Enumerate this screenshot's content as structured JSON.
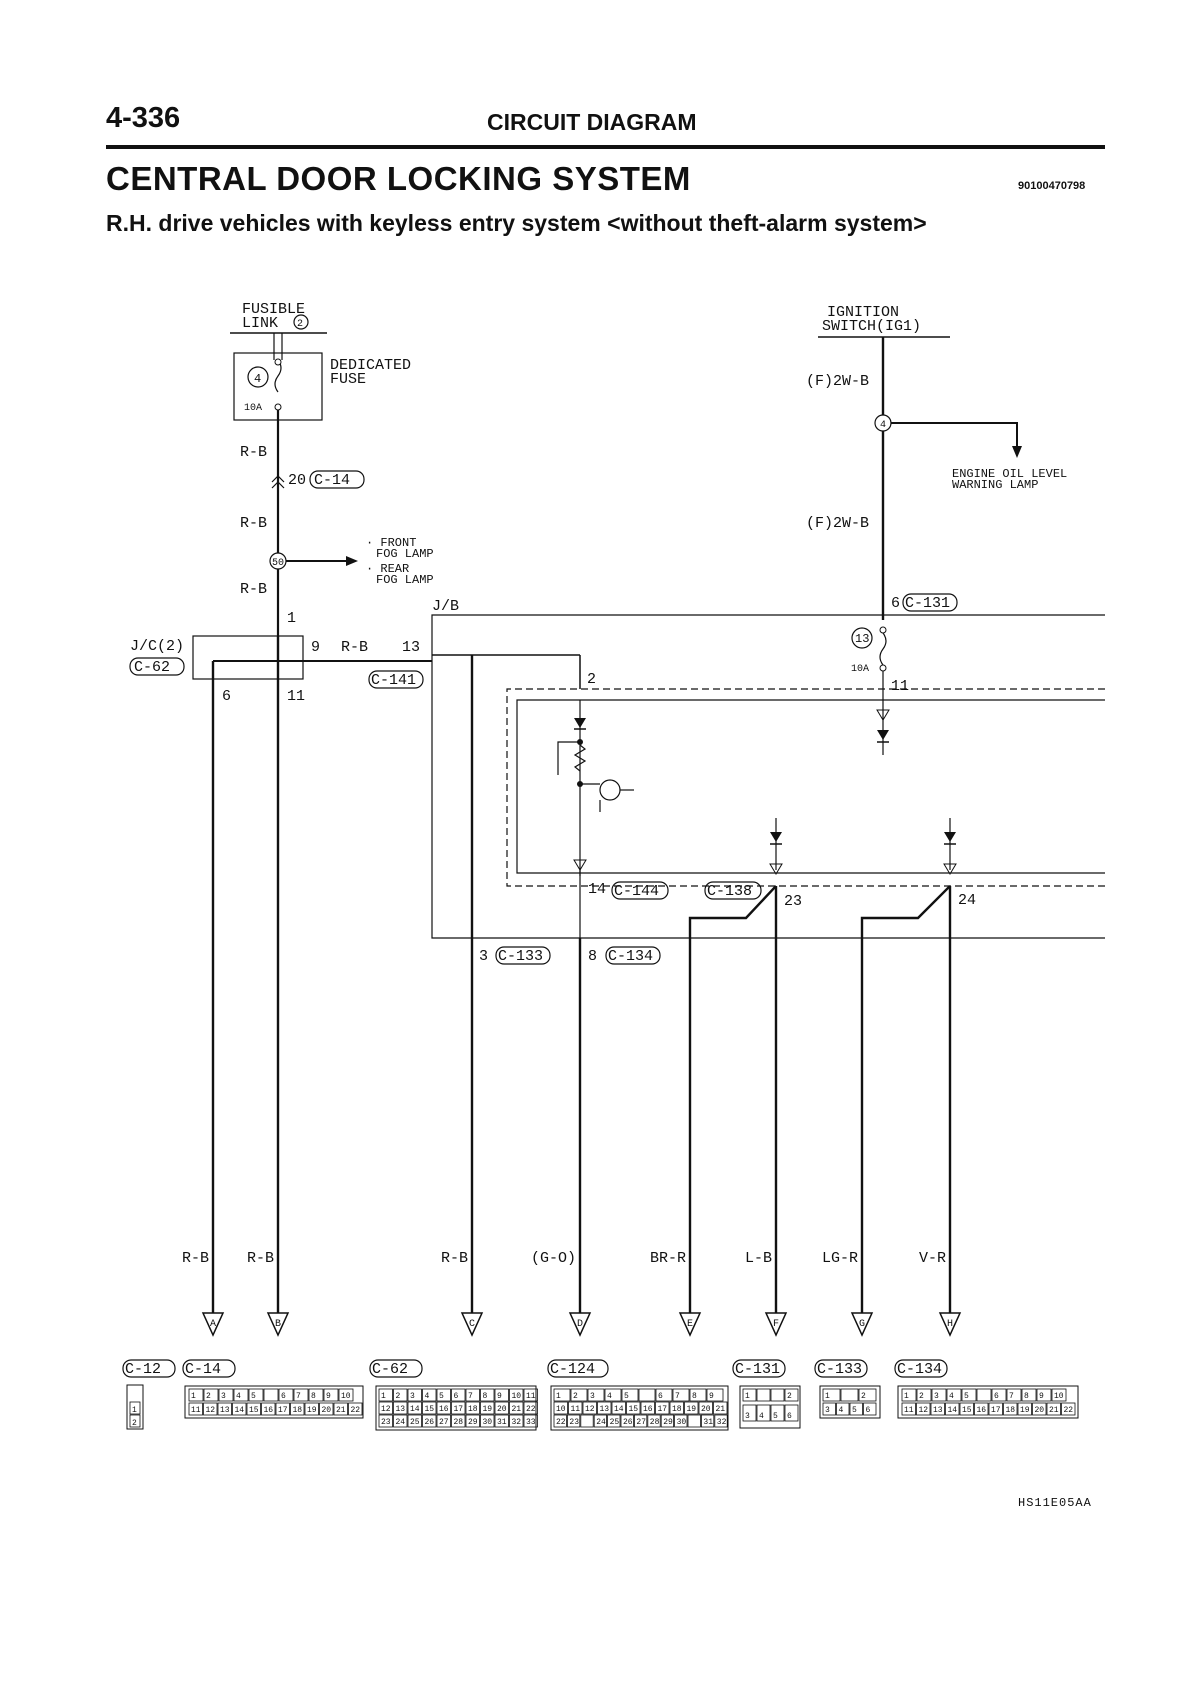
{
  "header": {
    "page_number": "4-336",
    "section": "CIRCUIT DIAGRAM",
    "title": "CENTRAL DOOR LOCKING SYSTEM",
    "doc_id": "90100470798",
    "subtitle": "R.H. drive vehicles with keyless entry system <without theft-alarm system>"
  },
  "sources": {
    "fusible_link": [
      "FUSIBLE",
      "LINK"
    ],
    "fusible_link_no": "2",
    "dedicated_fuse": [
      "DEDICATED",
      "FUSE"
    ],
    "dedicated_fuse_no": "4",
    "dedicated_fuse_amp": "10A",
    "ignition": [
      "IGNITION",
      "SWITCH(IG1)"
    ]
  },
  "wire_labels": {
    "rb_1": "R-B",
    "rb_2": "R-B",
    "rb_3": "R-B",
    "rb_4": "R-B",
    "f2wb_1": "(F)2W-B",
    "f2wb_2": "(F)2W-B"
  },
  "junctions": {
    "j50": "50",
    "j4": "4",
    "fuse13": "13",
    "fuse13_amp": "10A"
  },
  "branches": {
    "fog": [
      "· FRONT",
      "FOG LAMP",
      "· REAR",
      "FOG LAMP"
    ],
    "oil": [
      "ENGINE OIL LEVEL",
      "WARNING LAMP"
    ]
  },
  "pins": {
    "p20": "20",
    "p1": "1",
    "p9": "9",
    "p13": "13",
    "p6": "6",
    "p11": "11",
    "p2": "2",
    "p6b": "6",
    "p11b": "11",
    "p14": "14",
    "p23": "23",
    "p24": "24",
    "p3": "3",
    "p8": "8"
  },
  "connectors": {
    "c14": "C-14",
    "c62": "C-62",
    "c141": "C-141",
    "c131": "C-131",
    "c144": "C-144",
    "c138": "C-138",
    "c133": "C-133",
    "c134": "C-134",
    "jc2": "J/C(2)",
    "jb": "J/B"
  },
  "outputs": [
    {
      "wire": "R-B",
      "letter": "A"
    },
    {
      "wire": "R-B",
      "letter": "B"
    },
    {
      "wire": "R-B",
      "letter": "C"
    },
    {
      "wire": "(G-O)",
      "letter": "D"
    },
    {
      "wire": "BR-R",
      "letter": "E"
    },
    {
      "wire": "L-B",
      "letter": "F"
    },
    {
      "wire": "LG-R",
      "letter": "G"
    },
    {
      "wire": "V-R",
      "letter": "H"
    }
  ],
  "connector_legend": [
    "C-12",
    "C-14",
    "C-62",
    "C-124",
    "C-131",
    "C-133",
    "C-134"
  ],
  "legend_pins": {
    "c12": [
      "1",
      "2"
    ],
    "c14_row1": [
      "1",
      "2",
      "3",
      "4",
      "5",
      "",
      "6",
      "7",
      "8",
      "9",
      "10"
    ],
    "c14_row2": [
      "11",
      "12",
      "13",
      "14",
      "15",
      "16",
      "17",
      "18",
      "19",
      "20",
      "21",
      "22"
    ],
    "c62_row1": [
      "1",
      "2",
      "3",
      "4",
      "5",
      "6",
      "7",
      "8",
      "9",
      "10",
      "11"
    ],
    "c62_row2": [
      "12",
      "13",
      "14",
      "15",
      "16",
      "17",
      "18",
      "19",
      "20",
      "21",
      "22"
    ],
    "c62_row3": [
      "23",
      "24",
      "25",
      "26",
      "27",
      "28",
      "29",
      "30",
      "31",
      "32",
      "33"
    ],
    "c124_row1": [
      "1",
      "2",
      "3",
      "4",
      "5",
      "",
      "6",
      "7",
      "8",
      "9"
    ],
    "c124_row2": [
      "10",
      "11",
      "12",
      "13",
      "14",
      "15",
      "16",
      "17",
      "18",
      "19",
      "20",
      "21"
    ],
    "c124_row3": [
      "22",
      "23",
      "",
      "24",
      "25",
      "26",
      "27",
      "28",
      "29",
      "30",
      "",
      "31",
      "32"
    ],
    "c131_row1": [
      "1",
      "",
      "",
      "2"
    ],
    "c131_row2": [
      "3",
      "4",
      "5",
      "6"
    ],
    "c133_row1": [
      "1",
      "",
      "2"
    ],
    "c133_row2": [
      "3",
      "4",
      "5",
      "6"
    ],
    "c134_row1": [
      "1",
      "2",
      "3",
      "4",
      "5",
      "",
      "6",
      "7",
      "8",
      "9",
      "10"
    ],
    "c134_row2": [
      "11",
      "12",
      "13",
      "14",
      "15",
      "16",
      "17",
      "18",
      "19",
      "20",
      "21",
      "22"
    ]
  },
  "footer_code": "HS11E05AA"
}
